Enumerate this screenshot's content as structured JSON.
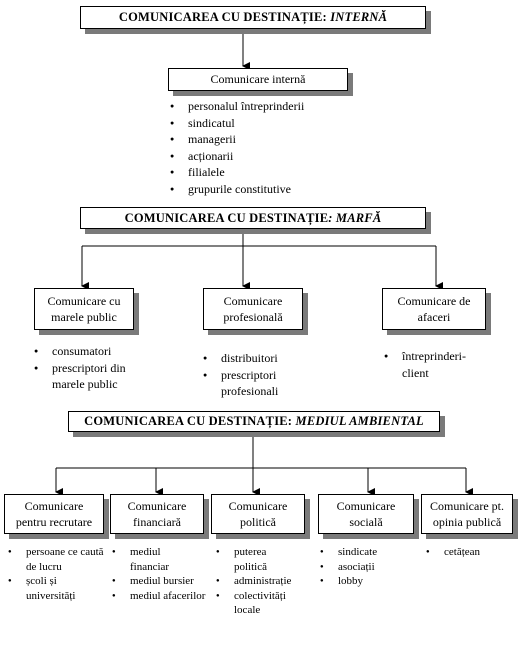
{
  "sections": {
    "internal": {
      "header_prefix": "COMUNICAREA CU DESTINAȚIE: ",
      "header_emph": "INTERNĂ",
      "box": "Comunicare internă",
      "items": [
        "personalul întreprinderii",
        "sindicatul",
        "managerii",
        "acționarii",
        "filialele",
        "grupurile constitutive"
      ]
    },
    "marfa": {
      "header_prefix": "COMUNICAREA CU DESTINAȚIE",
      "header_emph": ": MARFĂ",
      "boxes": [
        {
          "line1": "Comunicare cu",
          "line2": "marele public",
          "items": [
            "consumatori",
            "prescriptori din marele public"
          ]
        },
        {
          "line1": "Comunicare",
          "line2": "profesională",
          "items": [
            "distribuitori",
            "prescriptori profesionali"
          ]
        },
        {
          "line1": "Comunicare de",
          "line2": "afaceri",
          "items": [
            "întreprinderi-client"
          ]
        }
      ]
    },
    "mediu": {
      "header_prefix": "COMUNICAREA CU DESTINAȚIE: ",
      "header_emph": "MEDIUL AMBIENTAL",
      "boxes": [
        {
          "line1": "Comunicare",
          "line2": "pentru recrutare",
          "items": [
            "persoane ce caută de lucru",
            "școli și universități"
          ]
        },
        {
          "line1": "Comunicare",
          "line2": "financiară",
          "items": [
            "mediul financiar",
            "mediul bursier",
            "mediul afacerilor"
          ]
        },
        {
          "line1": "Comunicare",
          "line2": "politică",
          "items": [
            "puterea politică",
            "administrație",
            "colectivități locale"
          ]
        },
        {
          "line1": "Comunicare",
          "line2": "socială",
          "items": [
            "sindicate",
            "asociații",
            "lobby"
          ]
        },
        {
          "line1": "Comunicare pt.",
          "line2": "opinia publică",
          "items": [
            "cetățean"
          ]
        }
      ]
    }
  }
}
